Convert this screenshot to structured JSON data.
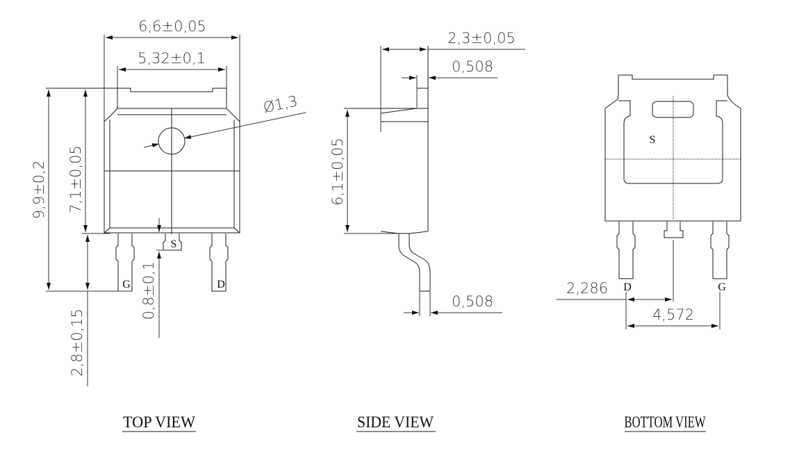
{
  "drawing": {
    "subject": "Package outline mechanical drawing",
    "units_note": "dimensions with comma decimal separators",
    "views": {
      "top": {
        "label": "TOP VIEW",
        "dimensions": {
          "overall_width": "6,6±0,05",
          "tab_width": "5,32±0,1",
          "hole_diameter": "Ø1,3",
          "overall_length": "9,9±0,2",
          "body_length": "7,1±0,05",
          "lead_length": "2,8±0,15",
          "center_lead_stub": "0,8±0,1"
        },
        "pins": [
          "G",
          "S",
          "D"
        ]
      },
      "side": {
        "label": "SIDE VIEW",
        "dimensions": {
          "thickness": "2,3±0,05",
          "tab_thickness": "0,508",
          "body_height": "6,1±0,05",
          "lead_thickness": "0,508"
        }
      },
      "bottom": {
        "label": "BOTTOM VIEW",
        "dimensions": {
          "half_pitch": "2,286",
          "pitch": "4,572"
        },
        "pins": [
          "D",
          "G"
        ],
        "pad_label": "S"
      }
    }
  }
}
